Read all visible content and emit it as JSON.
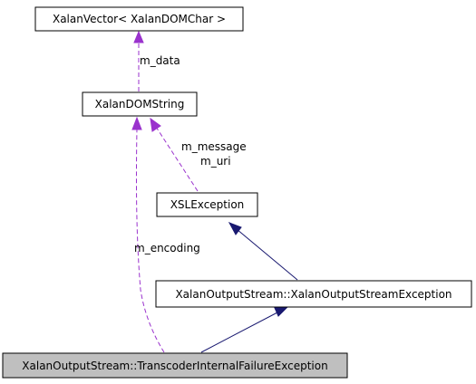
{
  "nodes": {
    "xalan_vector": {
      "label": "XalanVector< XalanDOMChar >",
      "current": false
    },
    "xalan_dom_string": {
      "label": "XalanDOMString",
      "current": false
    },
    "xsl_exception": {
      "label": "XSLException",
      "current": false
    },
    "output_stream_exception": {
      "label": "XalanOutputStream::XalanOutputStreamException",
      "current": false
    },
    "transcoder_exception": {
      "label": "XalanOutputStream::TranscoderInternalFailureException",
      "current": true
    }
  },
  "edges": {
    "m_data": {
      "label": "m_data",
      "type": "usage",
      "from": "xalan_vector",
      "to": "xalan_dom_string"
    },
    "m_message_uri": {
      "labels": [
        "m_message",
        "m_uri"
      ],
      "type": "usage",
      "from": "xalan_dom_string",
      "to": "xsl_exception"
    },
    "m_encoding": {
      "label": "m_encoding",
      "type": "usage",
      "from": "xalan_dom_string",
      "to": "transcoder_exception"
    },
    "inherit_xsl": {
      "type": "inheritance",
      "from": "xsl_exception",
      "to": "output_stream_exception"
    },
    "inherit_output": {
      "type": "inheritance",
      "from": "output_stream_exception",
      "to": "transcoder_exception"
    }
  },
  "colors": {
    "usage_edge": "#9a32cd",
    "inheritance_edge": "#191970",
    "current_node_fill": "#bfbfbf",
    "node_border": "#000000"
  }
}
